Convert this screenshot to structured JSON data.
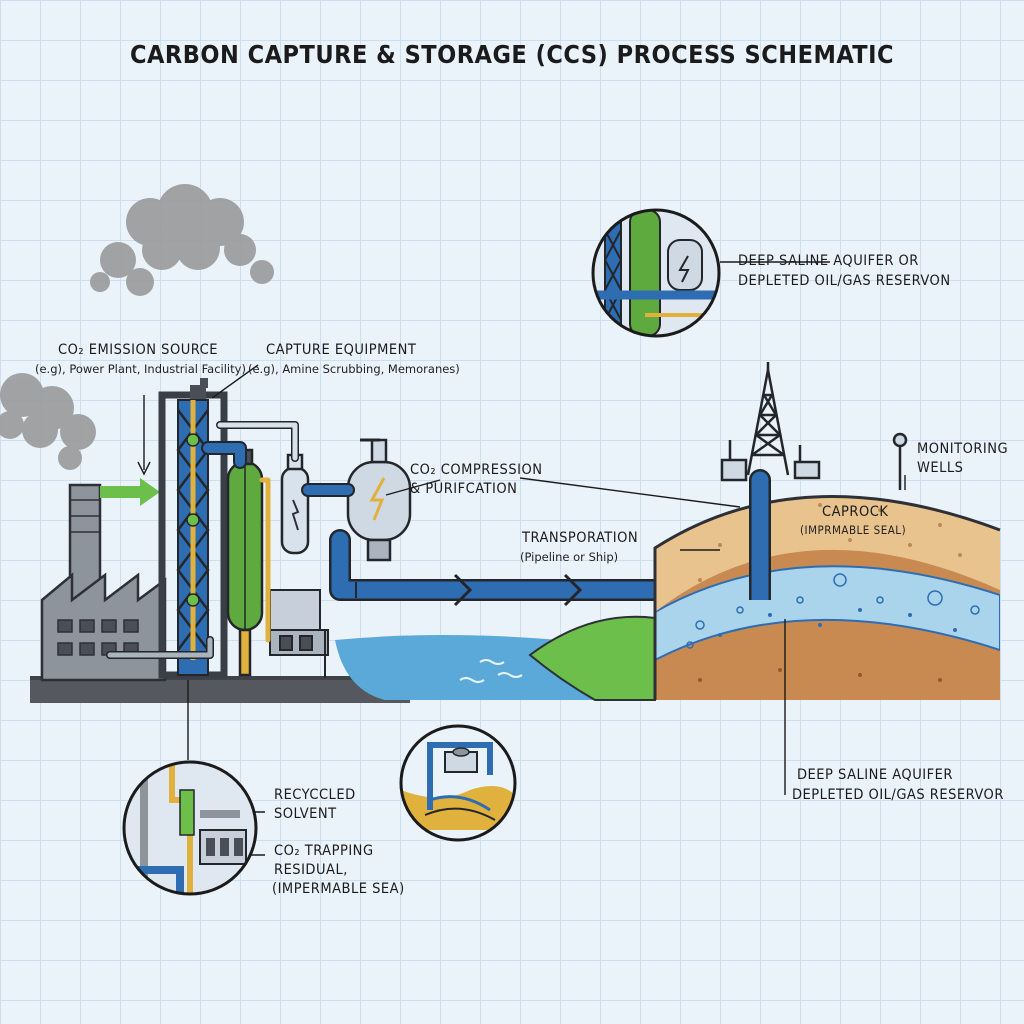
{
  "title": "CARBON CAPTURE & STORAGE (CCS) PROCESS SCHEMATIC",
  "labels": {
    "emission_source": "CO₂ EMISSION SOURCE",
    "emission_source_sub": "(e.g), Power Plant, Industrial Facility)",
    "capture_equipment": "CAPTURE EQUIPMENT",
    "capture_equipment_sub": "(e.g), Amine Scrubbing, Memoranes)",
    "compression": "CO₂ COMPRESSION",
    "compression_2": "& PURIFCATION",
    "transport": "TRANSPORATION",
    "transport_sub": "(Pipeline or Ship)",
    "caprock": "CAPROCK",
    "caprock_sub": "(IMPRMABLE SEAL)",
    "monitoring": "MONITORING",
    "monitoring_2": "WELLS",
    "inset_top_1": "DEEP SALINE AQUIFER OR",
    "inset_top_2": "DEPLETED OIL/GAS RESERVON",
    "aquifer_1": "DEEP SALINE AQUIFER",
    "aquifer_2": "DEPLETED OIL/GAS RESERVOR",
    "recycled_1": "RECYCCLED",
    "recycled_2": "SOLVENT",
    "trapping_1": "CO₂ TRAPPING",
    "trapping_2": "RESIDUAL,",
    "trapping_3": "(IMPERMABLE SEA)"
  },
  "colors": {
    "pipe_blue": "#2f6db3",
    "accent_green": "#6cbf4a",
    "absorber_green": "#5faa3e",
    "caprock_tan": "#e9c38e",
    "aquifer_blue": "#a9d4ec",
    "soil_brown": "#c98a52",
    "water_blue": "#5aa9d8",
    "steel_dark": "#4a4f57",
    "factory_gray": "#8e949b",
    "smoke_gray": "#9a9a9a"
  }
}
